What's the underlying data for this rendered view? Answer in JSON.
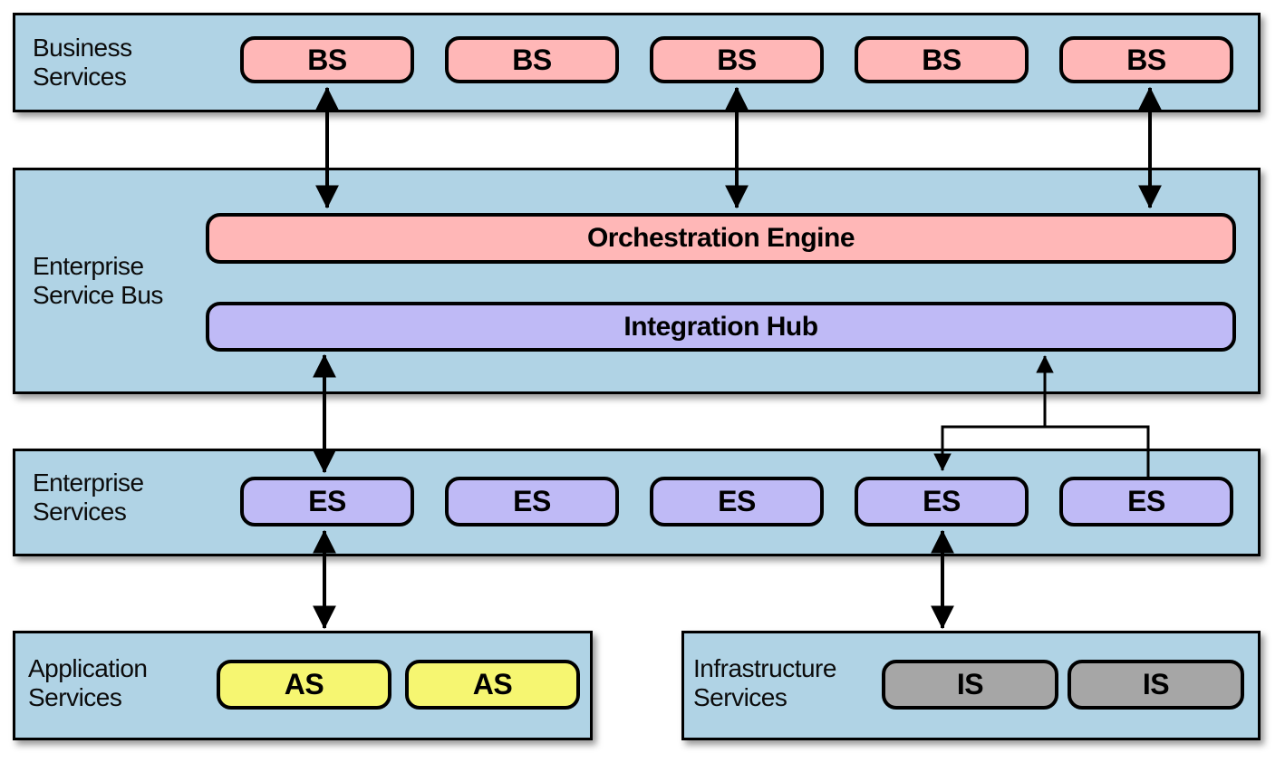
{
  "diagram": {
    "colors": {
      "band_blue": "#B0D3E5",
      "pink": "#FFB7B7",
      "purple": "#BFBAF6",
      "yellow": "#F6F671",
      "gray": "#A6A6A6",
      "line_black": "#000000"
    },
    "bands": {
      "business": {
        "label": [
          "Business",
          "Services"
        ],
        "boxes": [
          "BS",
          "BS",
          "BS",
          "BS",
          "BS"
        ]
      },
      "esb": {
        "label": [
          "Enterprise",
          "Service Bus"
        ],
        "orchestration": "Orchestration Engine",
        "hub": "Integration Hub"
      },
      "enterprise": {
        "label": [
          "Enterprise",
          "Services"
        ],
        "boxes": [
          "ES",
          "ES",
          "ES",
          "ES",
          "ES"
        ]
      },
      "application": {
        "label": [
          "Application",
          "Services"
        ],
        "boxes": [
          "AS",
          "AS"
        ]
      },
      "infrastructure": {
        "label": [
          "Infrastructure",
          "Services"
        ],
        "boxes": [
          "IS",
          "IS"
        ]
      }
    }
  }
}
